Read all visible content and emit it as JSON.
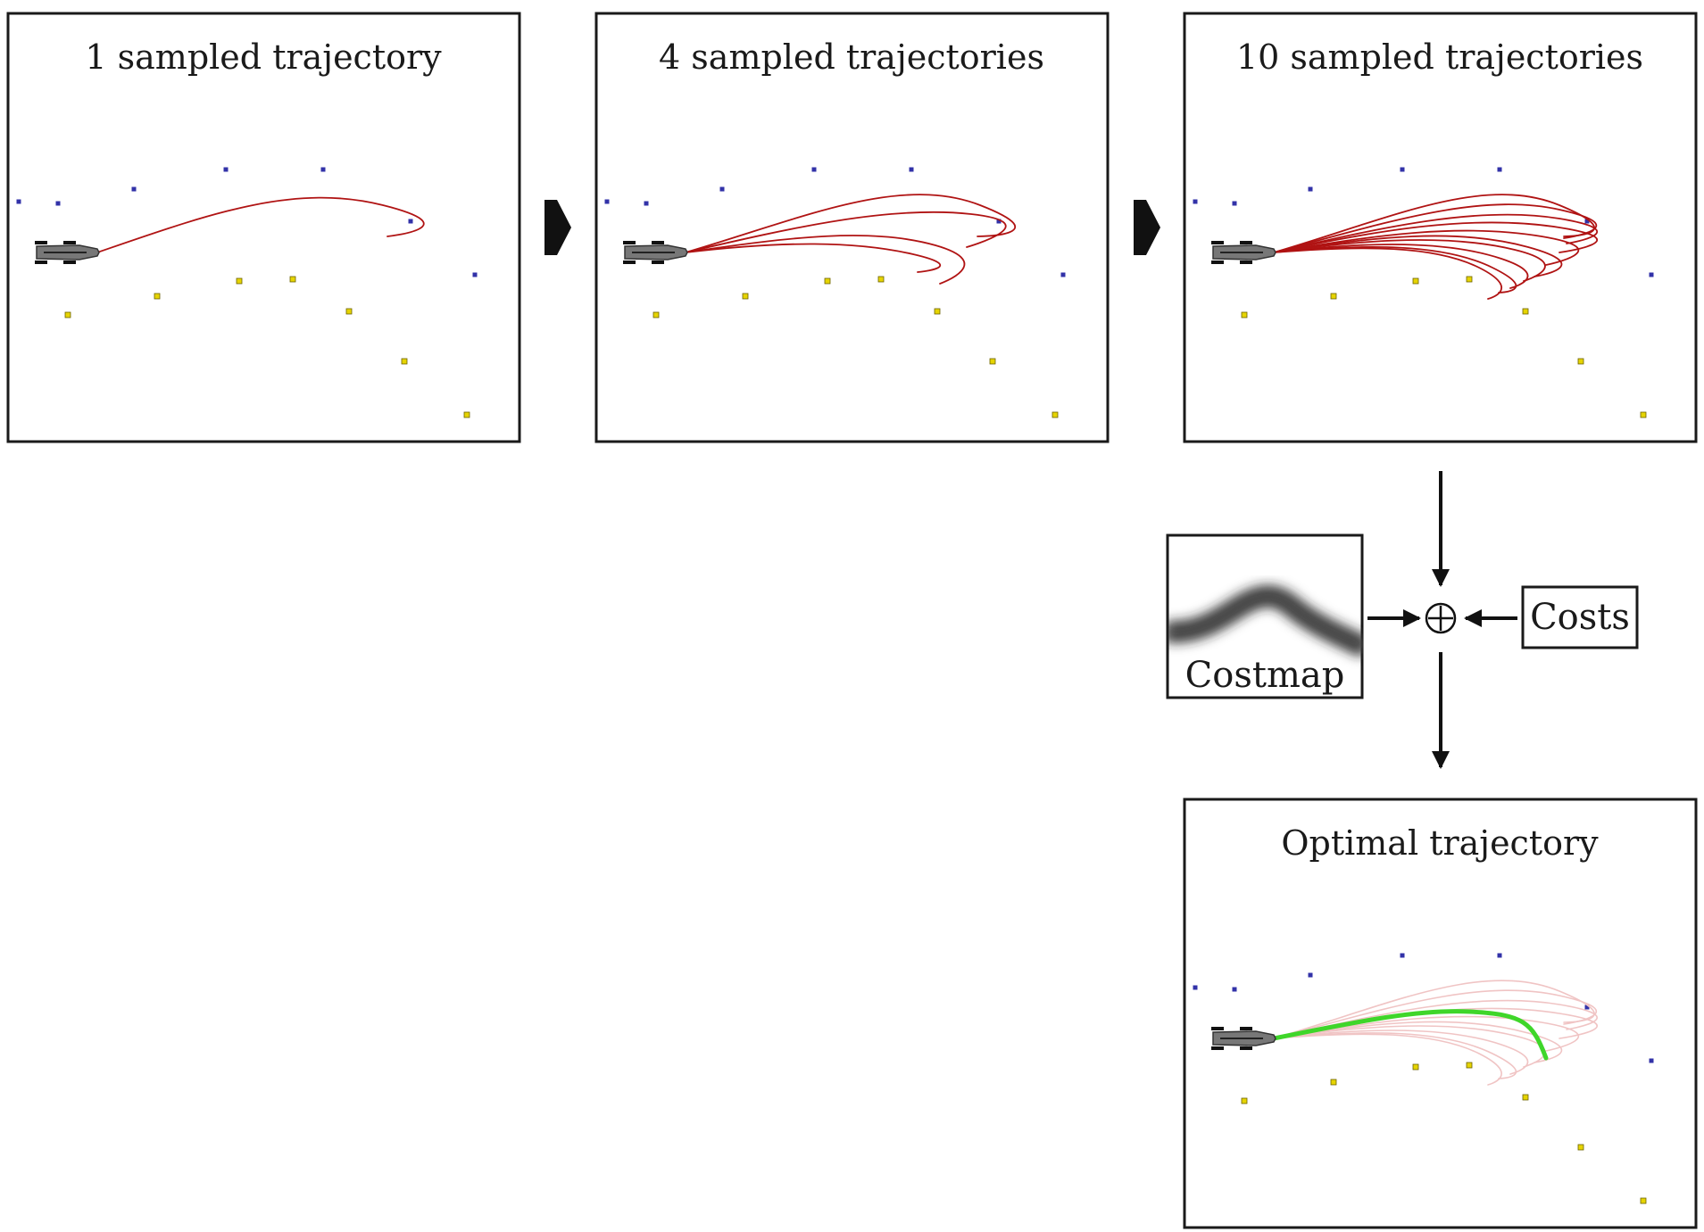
{
  "panels": [
    {
      "title": "1 sampled trajectory",
      "count": 1
    },
    {
      "title": "4 sampled trajectories",
      "count": 4
    },
    {
      "title": "10 sampled trajectories",
      "count": 10
    },
    {
      "title": "Optimal trajectory",
      "count": 10
    }
  ],
  "costmap": {
    "label": "Costmap"
  },
  "costs": {
    "label": "Costs"
  },
  "colors": {
    "sample": "#b01313",
    "sample_faded": "#f0c4c4",
    "optimal": "#3fd62a",
    "blue_marker": "#3232a8",
    "yellow_marker": "#e6d400",
    "car": "#777777",
    "border": "#1a1a1a"
  },
  "icons": {
    "step_arrow": "right-triangle-icon",
    "sum": "circled-plus-icon",
    "car": "vehicle-icon"
  }
}
